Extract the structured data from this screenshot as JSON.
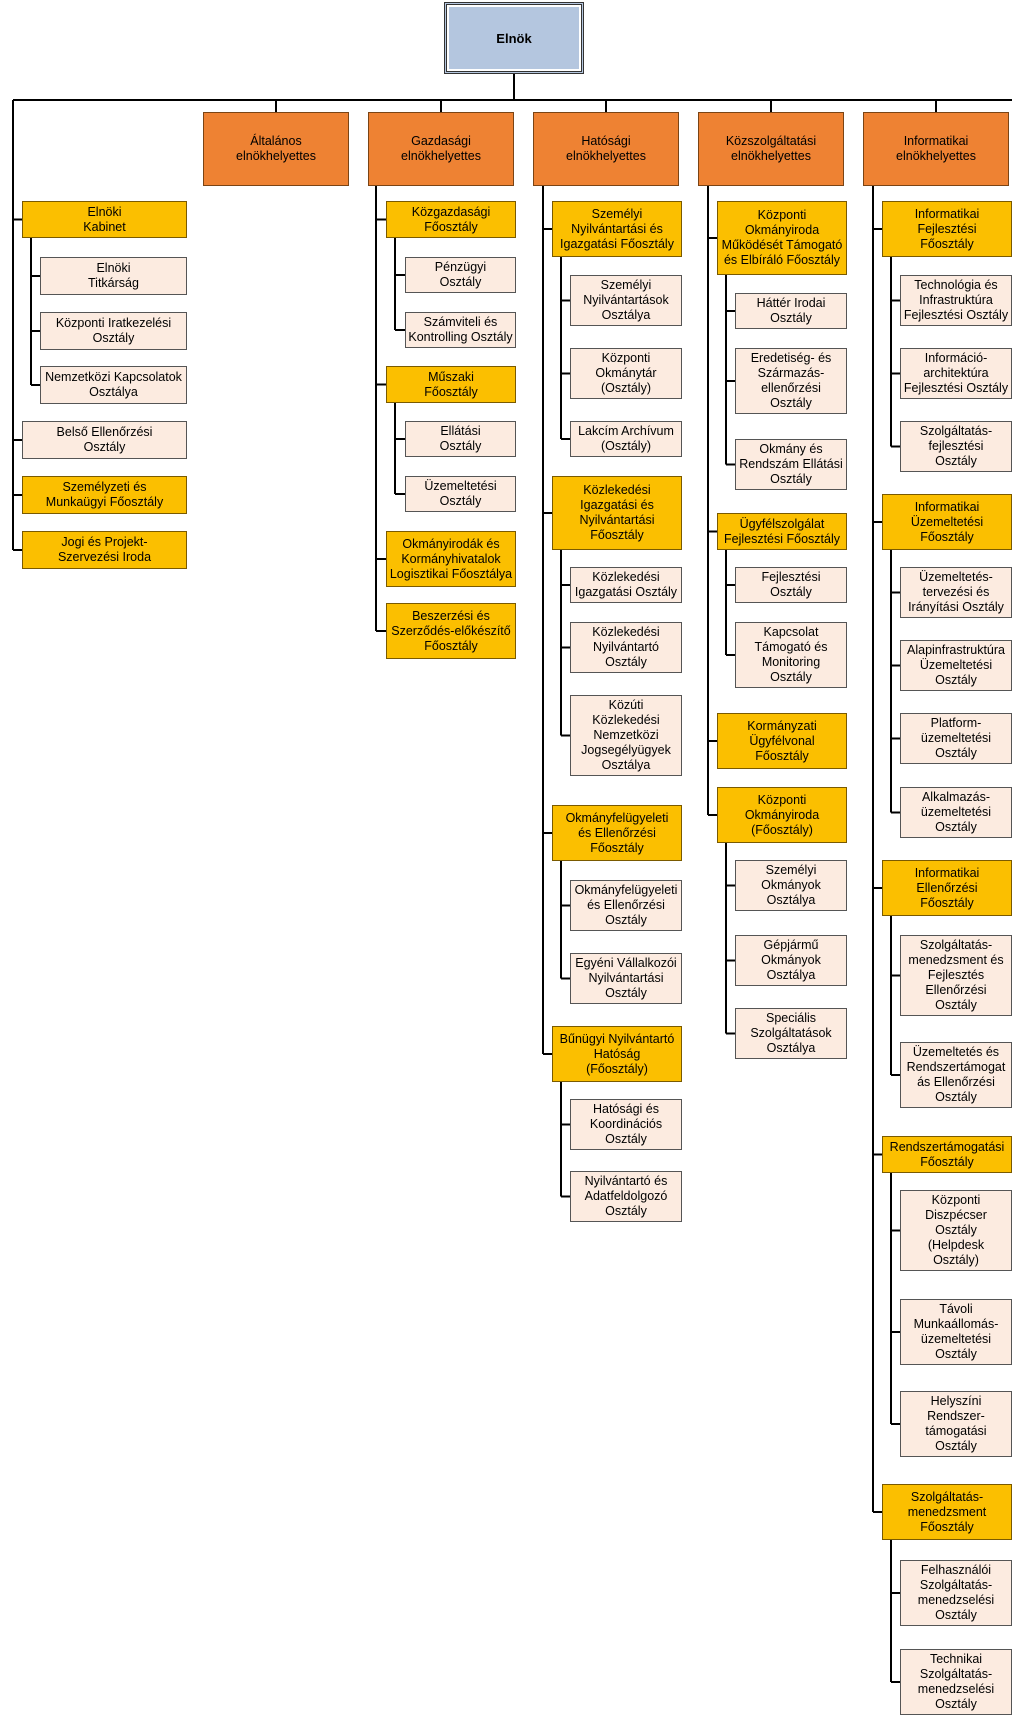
{
  "colors": {
    "root": "#b4c6df",
    "deputy": "#ee8233",
    "main_department": "#fbbf00",
    "department": "#fcebe0",
    "line": "#000000"
  },
  "root": "Elnök",
  "direct": [
    {
      "label": "Elnöki\nKabinet",
      "children": [
        "Elnöki\nTitkárság",
        "Központi Iratkezelési\nOsztály",
        "Nemzetközi Kapcsolatok\nOsztálya"
      ]
    },
    {
      "label": "Belső Ellenőrzési\nOsztály",
      "sub": true,
      "children": []
    },
    {
      "label": "Személyzeti és\nMunkaügyi Főosztály",
      "children": []
    },
    {
      "label": "Jogi és Projekt-\nSzervezési Iroda",
      "children": []
    }
  ],
  "deputies": [
    {
      "label": "Általános\nelnökhelyettes",
      "units": []
    },
    {
      "label": "Gazdasági\nelnökhelyettes",
      "units": [
        {
          "label": "Közgazdasági\nFőosztály",
          "children": [
            "Pénzügyi\nOsztály",
            "Számviteli és\nKontrolling Osztály"
          ]
        },
        {
          "label": "Műszaki\nFőosztály",
          "children": [
            "Ellátási\nOsztály",
            "Üzemeltetési\nOsztály"
          ]
        },
        {
          "label": "Okmányirodák és\nKormányhivatalok\nLogisztikai Főosztálya",
          "children": []
        },
        {
          "label": "Beszerzési és\nSzerződés-előkészítő\nFőosztály",
          "children": []
        }
      ]
    },
    {
      "label": "Hatósági\nelnökhelyettes",
      "units": [
        {
          "label": "Személyi\nNyilvántartási és\nIgazgatási Főosztály",
          "children": [
            "Személyi\nNyilvántartások\nOsztálya",
            "Központi\nOkmánytár\n(Osztály)",
            "Lakcím Archívum\n(Osztály)"
          ]
        },
        {
          "label": "Közlekedési\nIgazgatási és\nNyilvántartási\nFőosztály",
          "children": [
            "Közlekedési\nIgazgatási Osztály",
            "Közlekedési\nNyilvántartó\nOsztály",
            "Közúti\nKözlekedési\nNemzetközi\nJogsegélyügyek\nOsztálya"
          ]
        },
        {
          "label": "Okmányfelügyeleti\nés Ellenőrzési\nFőosztály",
          "children": [
            "Okmányfelügyeleti\nés Ellenőrzési\nOsztály",
            "Egyéni Vállalkozói\nNyilvántartási\nOsztály"
          ]
        },
        {
          "label": "Bűnügyi Nyilvántartó\nHatóság\n(Főosztály)",
          "children": [
            "Hatósági és\nKoordinációs\nOsztály",
            "Nyilvántartó és\nAdatfeldolgozó\nOsztály"
          ]
        }
      ]
    },
    {
      "label": "Közszolgáltatási\nelnökhelyettes",
      "units": [
        {
          "label": "Központi\nOkmányiroda\nMűködését Támogató\nés Elbíráló Főosztály",
          "children": [
            "Háttér Irodai\nOsztály",
            "Eredetiség- és\nSzármazás-\nellenőrzési\nOsztály",
            "Okmány és\nRendszám Ellátási\nOsztály"
          ]
        },
        {
          "label": "Ügyfélszolgálat\nFejlesztési Főosztály",
          "children": [
            "Fejlesztési\nOsztály",
            "Kapcsolat\nTámogató és\nMonitoring\nOsztály"
          ]
        },
        {
          "label": "Kormányzati\nÜgyfélvonal\nFőosztály",
          "children": []
        },
        {
          "label": "Központi\nOkmányiroda\n(Főosztály)",
          "children": [
            "Személyi\nOkmányok\nOsztálya",
            "Gépjármű\nOkmányok\nOsztálya",
            "Speciális\nSzolgáltatások\nOsztálya"
          ]
        }
      ]
    },
    {
      "label": "Informatikai\nelnökhelyettes",
      "units": [
        {
          "label": "Informatikai\nFejlesztési\nFőosztály",
          "children": [
            "Technológia és\nInfrastruktúra\nFejlesztési Osztály",
            "Információ-\narchitektúra\nFejlesztési Osztály",
            "Szolgáltatás-\nfejlesztési\nOsztály"
          ]
        },
        {
          "label": "Informatikai\nÜzemeltetési\nFőosztály",
          "children": [
            "Üzemeltetés-\ntervezési és\nIrányítási Osztály",
            "Alapinfrastruktúra\nÜzemeltetési\nOsztály",
            "Platform-\nüzemeltetési\nOsztály",
            "Alkalmazás-\nüzemeltetési\nOsztály"
          ]
        },
        {
          "label": "Informatikai\nEllenőrzési\nFőosztály",
          "children": [
            "Szolgáltatás-\nmenedzsment és\nFejlesztés\nEllenőrzési\nOsztály",
            "Üzemeltetés és\nRendszertámogat\nás Ellenőrzési\nOsztály"
          ]
        },
        {
          "label": "Rendszertámogatási\nFőosztály",
          "children": [
            "Központi\nDiszpécser\nOsztály\n(Helpdesk\nOsztály)",
            "Távoli\nMunkaállomás-\nüzemeltetési\nOsztály",
            "Helyszíni\nRendszer-\ntámogatási\nOsztály"
          ]
        },
        {
          "label": "Szolgáltatás-\nmenedzsment\nFőosztály",
          "children": [
            "Felhasználói\nSzolgáltatás-\nmenedzselési\nOsztály",
            "Technikai\nSzolgáltatás-\nmenedzselési\nOsztály"
          ]
        }
      ]
    }
  ]
}
